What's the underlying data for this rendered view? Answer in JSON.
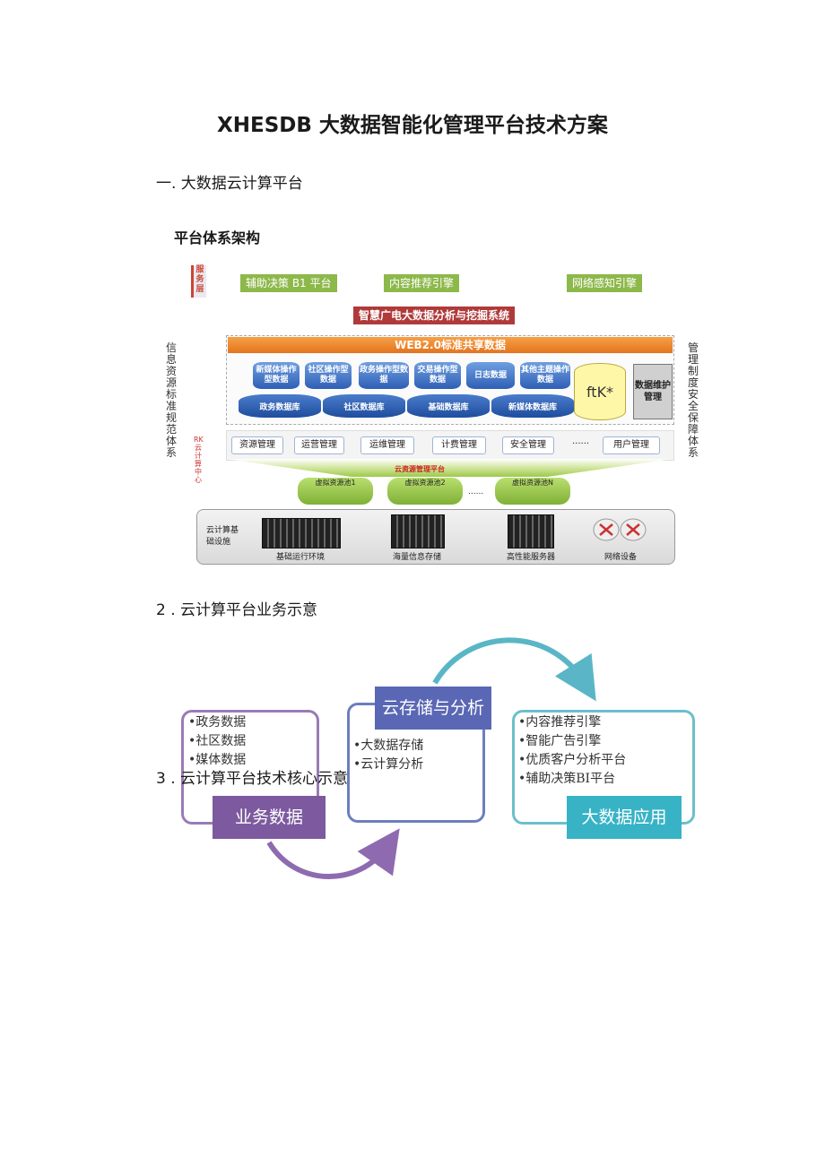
{
  "title": "XHESDB 大数据智能化管理平台技术方案",
  "section1": "一. 大数据云计算平台",
  "section1_sub": "平台体系架构",
  "architecture": {
    "service_layer_tag": "服务层",
    "top_items": [
      "辅助决策 B1 平台",
      "内容推荐引擎",
      "网络感知引擎"
    ],
    "analysis_system": "智慧广电大数据分析与挖掘系统",
    "left_vertical": "信息资源标准规范体系",
    "right_vertical": "管理制度安全保障体系",
    "left_red_vertical": "RK 云计算中心",
    "web_bar": "WEB2.0标准共享数据",
    "op_data": [
      "新媒体操作型数据",
      "社区操作型数据",
      "政务操作型数据",
      "交易操作型数据",
      "日志数据",
      "其他主题操作数据"
    ],
    "databases": [
      "政务数据库",
      "社区数据库",
      "基础数据库",
      "新媒体数据库"
    ],
    "yellow_cylinder": "ftK*",
    "data_maintenance": "数据维护管理",
    "management": [
      "资源管理",
      "运营管理",
      "运维管理",
      "计费管理",
      "安全管理",
      "......",
      "用户管理"
    ],
    "cloud_resource_platform": "云资源管理平台",
    "pools": [
      "虚拟资源池1",
      "虚拟资源池2",
      "虚拟资源池N"
    ],
    "pool_ellipsis": "......",
    "infra_label": "云计算基础设施",
    "infra_items": [
      "基础运行环境",
      "海量信息存储",
      "高性能服务器",
      "网络设备"
    ]
  },
  "section2": "2  . 云计算平台业务示意",
  "section3": "3  . 云计算平台技术核心示意",
  "flow": {
    "business_data": {
      "label": "业务数据",
      "items": [
        "政务数据",
        "社区数据",
        "媒体数据"
      ]
    },
    "cloud_storage": {
      "label": "云存储与分析",
      "items": [
        "大数据存储",
        "云计算分析"
      ]
    },
    "big_data_app": {
      "label": "大数据应用",
      "items": [
        "内容推荐引擎",
        "智能广告引擎",
        "优质客户分析平台",
        "辅助决策BI平台"
      ]
    },
    "colors": {
      "purple": "#7d5a9f",
      "blue": "#5a67b4",
      "teal": "#38b3c6"
    }
  }
}
